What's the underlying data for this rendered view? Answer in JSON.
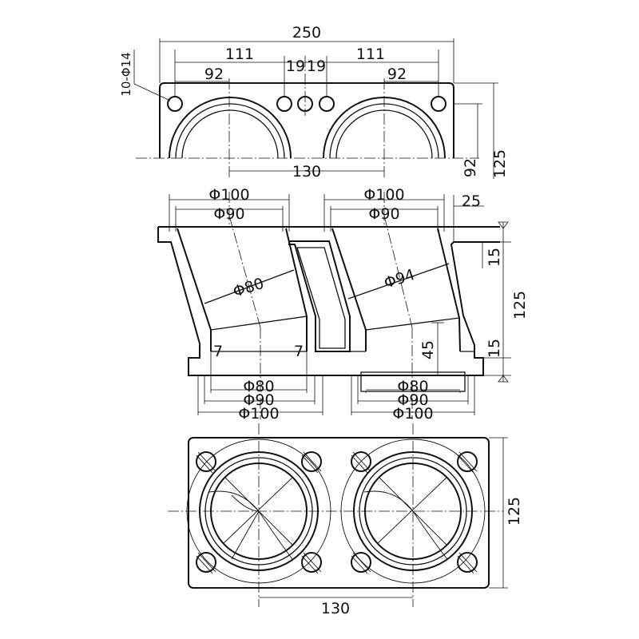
{
  "top_view": {
    "dim_250": "250",
    "dim_111_left": "111",
    "dim_111_right": "111",
    "dim_19_left": "19",
    "dim_19_right": "19",
    "dim_92_left": "92",
    "dim_92_right": "92",
    "dim_130": "130",
    "dim_92_vertical": "92",
    "dim_125_vertical": "125",
    "hole_callout": "10-Φ14"
  },
  "section_view": {
    "dia_100_top_left": "Φ100",
    "dia_90_top_left": "Φ90",
    "dia_100_top_right": "Φ100",
    "dia_90_top_right": "Φ90",
    "dim_25": "25",
    "dia_80_inner": "Φ80",
    "dia_94_inner": "Φ94",
    "dim_15_top": "15",
    "dim_125": "125",
    "dim_15_bottom": "15",
    "dim_7_left": "7",
    "dim_7_right": "7",
    "dim_45": "45",
    "dia_80_bottom_left": "Φ80",
    "dia_90_bottom_left": "Φ90",
    "dia_100_bottom_left": "Φ100",
    "dia_80_bottom_right": "Φ80",
    "dia_90_bottom_right": "Φ90",
    "dia_100_bottom_right": "Φ100"
  },
  "bottom_view": {
    "dim_125": "125",
    "dim_130": "130"
  }
}
